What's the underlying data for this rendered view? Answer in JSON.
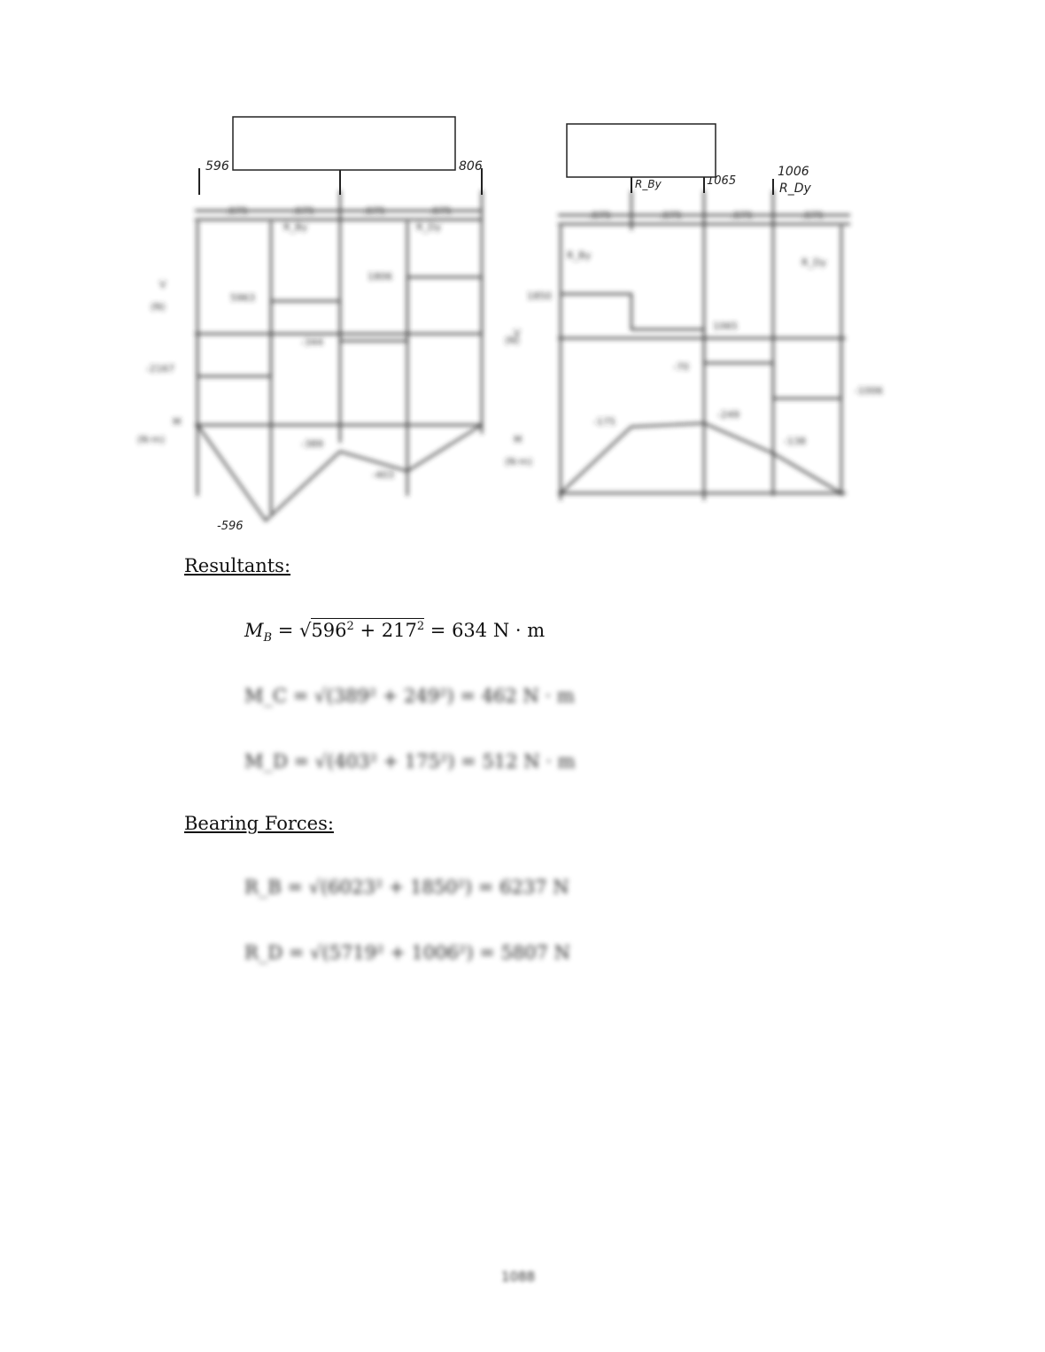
{
  "figure": {
    "left_labels": {
      "r1": "596",
      "r2": "806"
    },
    "right_labels": {
      "r1": "R_By",
      "r2": "1065",
      "r3": "1006",
      "r4": "R_Dy"
    },
    "bottom_label": "-596"
  },
  "sections": {
    "resultants": {
      "title": "Resultants:",
      "eq1": {
        "lhs": "M",
        "sub": "B",
        "eq": " = ",
        "sqrt": "√",
        "a": "596",
        "b": "217",
        "plus": " + ",
        "exp": "2",
        "rhs": " = 634 N · m"
      },
      "eq2": "M_C = √(389² + 249²) = 462 N · m",
      "eq3": "M_D = √(403² + 175²) = 512 N · m"
    },
    "bearing": {
      "title": "Bearing Forces:",
      "eq1": "R_B = √(6023² + 1850²) = 6237 N",
      "eq2": "R_D = √(5719² + 1006²) = 5807 N"
    }
  },
  "page_number": "1088"
}
